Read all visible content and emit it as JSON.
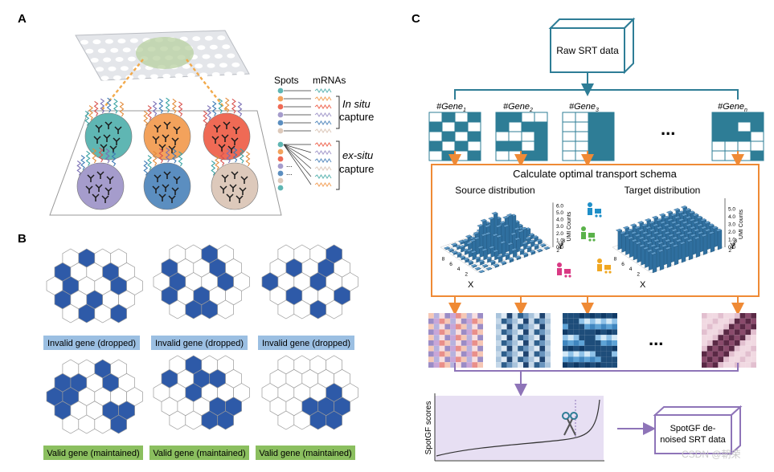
{
  "panels": {
    "a": {
      "letter": "A",
      "legend": {
        "spots": "Spots",
        "mrnas": "mRNAs",
        "insitu_italic": "In situ",
        "insitu_word": "capture",
        "exsitu_italic": "ex-situ",
        "exsitu_word": "capture",
        "ellipsis": "..."
      },
      "colors": {
        "teal": "#5fb6b3",
        "orange": "#f3a25c",
        "red": "#ef6a55",
        "purple": "#a59ccc",
        "blue": "#5b8ec0",
        "beige": "#ddc9bb",
        "mrna_colors": [
          "#3aa4a4",
          "#e38b3a",
          "#d9534f",
          "#7a6fb5",
          "#3d7ab5"
        ]
      }
    },
    "b": {
      "letter": "B",
      "invalid_label": "Invalid gene (dropped)",
      "valid_label": "Valid gene (maintained)",
      "hex_fill": "#2e5aa8",
      "invalid_bg": "#9bbfe2",
      "valid_bg": "#8bbf5f"
    },
    "c": {
      "letter": "C",
      "raw_box": "Raw SRT data",
      "genes": [
        "#Gene1",
        "#Gene2",
        "#Gene3",
        "#Genen"
      ],
      "gene_base": "#Gene",
      "gene_subs": [
        "1",
        "2",
        "3",
        "n"
      ],
      "ellipsis": "...",
      "transport_title": "Calculate optimal transport schema",
      "source_title": "Source distribution",
      "target_title": "Target distribution",
      "axis_x": "X",
      "axis_y": "Y",
      "axis_z": "UMI Counts",
      "source_ticks": [
        "6.0",
        "5.0",
        "4.0",
        "3.0",
        "2.0",
        "1.0",
        "0.0"
      ],
      "target_ticks": [
        "5.0",
        "4.0",
        "3.0",
        "2.0",
        "1.0",
        "0.0"
      ],
      "grid_ticks": [
        "2",
        "4",
        "6",
        "8"
      ],
      "scores_label": "SpotGF scores",
      "result_box": "SpotGF de-noised SRT data",
      "result_lines": [
        "SpotGF de-",
        "noised SRT data"
      ],
      "watermark": "CSDN @朝荣",
      "colors": {
        "teal_dark": "#2e7d96",
        "orange": "#ef8a35",
        "purple": "#8e74b8",
        "bar": "#2f6f9f"
      }
    }
  }
}
